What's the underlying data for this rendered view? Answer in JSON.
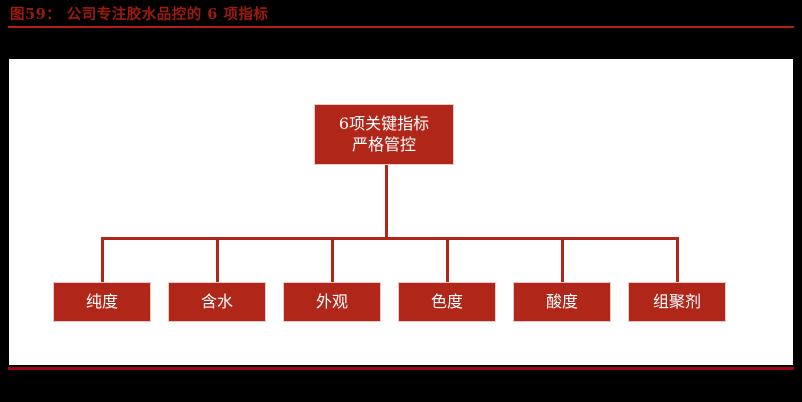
{
  "header": {
    "figure_label": "图59：",
    "figure_title": "公司专注胶水品控的 6 项指标",
    "full_title": "图59： 公司专注胶水品控的 6 项指标"
  },
  "colors": {
    "node_fill": "#b0271a",
    "node_border": "#e8c9c4",
    "node_text": "#ffffff",
    "title_text": "#9e1b10",
    "title_rule": "#b41f13",
    "footer_rule": "#9e0512",
    "band": "#000000",
    "canvas": "#ffffff",
    "connector": "#b0271a"
  },
  "diagram": {
    "type": "tree",
    "root": {
      "line1": "6项关键指标",
      "line2": "严格管控"
    },
    "leaves": [
      {
        "label": "纯度"
      },
      {
        "label": "含水"
      },
      {
        "label": "外观"
      },
      {
        "label": "色度"
      },
      {
        "label": "酸度"
      },
      {
        "label": "组聚剂"
      }
    ]
  }
}
